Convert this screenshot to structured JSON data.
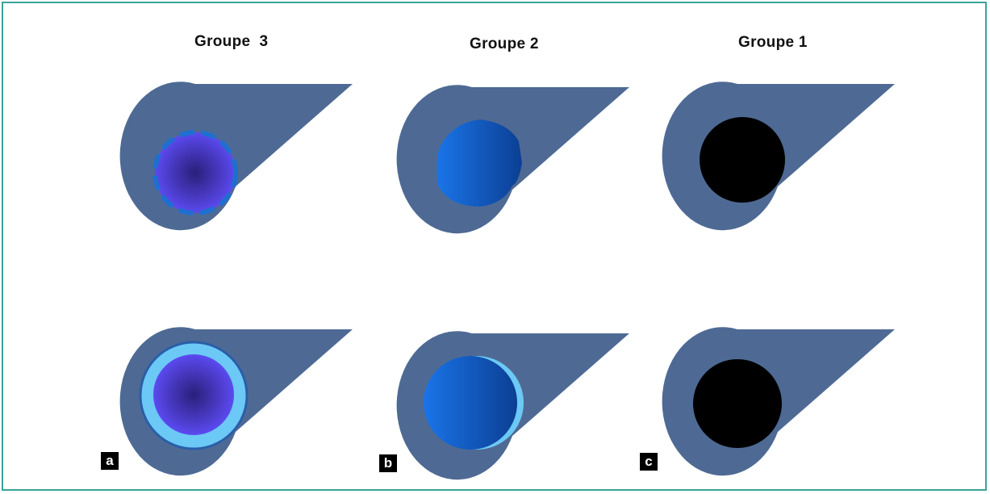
{
  "columns": [
    {
      "title": "Groupe  3",
      "label": "a"
    },
    {
      "title": "Groupe 2",
      "label": "b"
    },
    {
      "title": "Groupe 1",
      "label": "c"
    }
  ],
  "colors": {
    "border": "#3aa39b",
    "shape": "#4e6a94",
    "purple_center": "#2a1f7a",
    "purple_edge": "#5b4af0",
    "blue_dark": "#0b3f93",
    "blue_mid": "#1a74e8",
    "light_ring": "#6cc8f5",
    "dashed": "#1f6fd0",
    "black": "#000000"
  }
}
